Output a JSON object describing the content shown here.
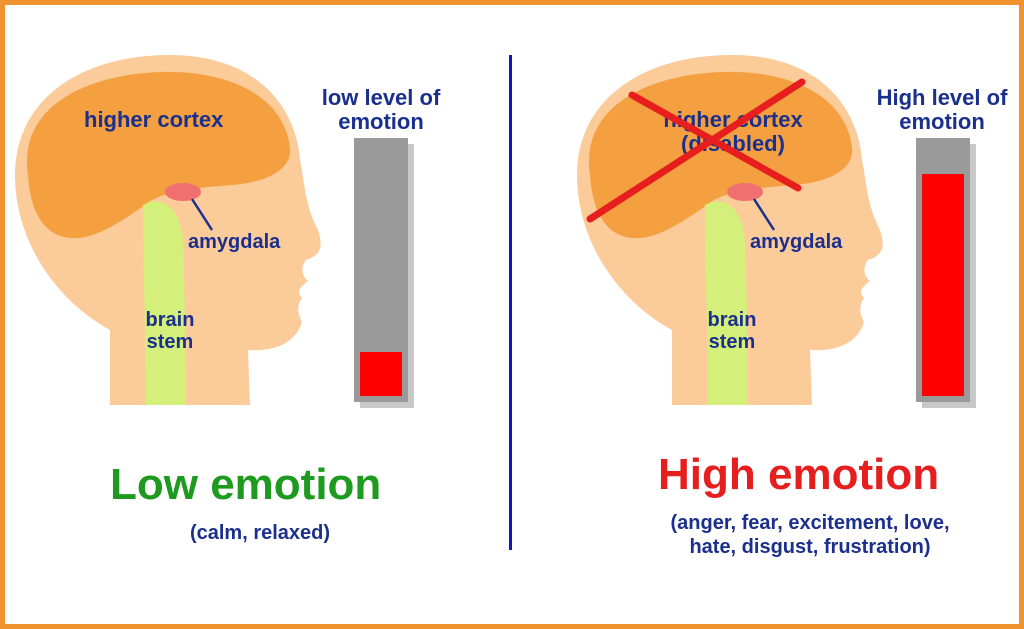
{
  "colors": {
    "frame": "#f0922e",
    "divider": "#1414c8",
    "skin": "#fbcb9a",
    "cortex": "#f5a040",
    "brainstem": "#d4f07a",
    "amygdala": "#f07070",
    "label": "#1b2f8c",
    "gauge_bg": "#9a9a9a",
    "gauge_fill": "#ff0000",
    "cross": "#e61e1e",
    "low_title": "#1e9a1e",
    "high_title": "#e61e1e"
  },
  "left": {
    "cortex_label": "higher cortex",
    "amygdala_label": "amygdala",
    "brainstem_label_1": "brain",
    "brainstem_label_2": "stem",
    "gauge_label_1": "low level of",
    "gauge_label_2": "emotion",
    "gauge_level": 0.17,
    "title": "Low emotion",
    "subtitle": "(calm, relaxed)"
  },
  "right": {
    "cortex_label_1": "higher cortex",
    "cortex_label_2": "(disabled)",
    "amygdala_label": "amygdala",
    "brainstem_label_1": "brain",
    "brainstem_label_2": "stem",
    "gauge_label_1": "High level of",
    "gauge_label_2": "emotion",
    "gauge_level": 0.86,
    "title": "High emotion",
    "subtitle_1": "(anger, fear, excitement, love,",
    "subtitle_2": "hate, disgust, frustration)"
  }
}
